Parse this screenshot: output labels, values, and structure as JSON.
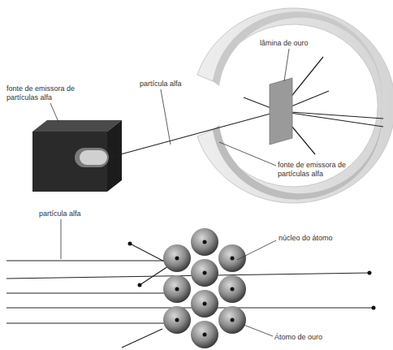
{
  "diagram": {
    "labels": [
      "fonte de emissora de partículas alfa",
      "partícula alfa",
      "lâmina de ouro",
      "fonte de emissora de partículas alfa",
      "partícula alfa",
      "núcleo do átomo",
      "Átomo de ouro"
    ]
  }
}
